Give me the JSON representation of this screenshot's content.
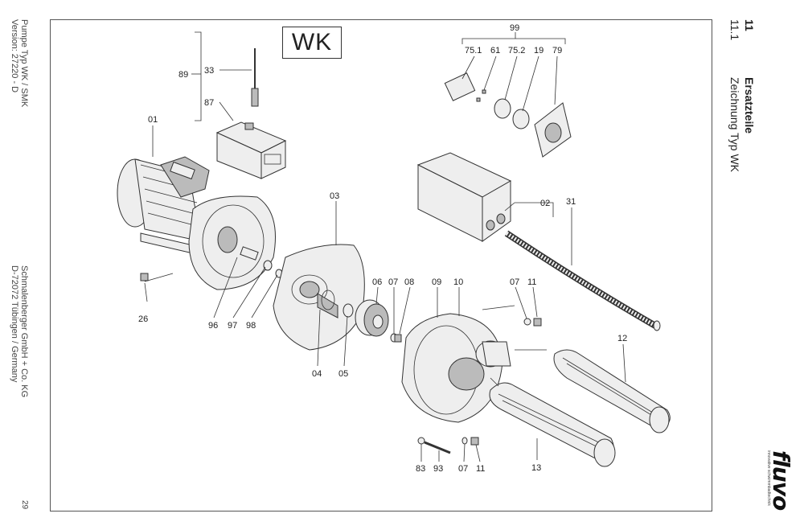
{
  "side_left": {
    "pump_type": "Pumpe Typ WK / SMK",
    "version": "Version: 27220 - D",
    "company": "Schmalenberger GmbH + Co. KG",
    "address": "D-72072 Tübingen / Germany",
    "page_number": "29"
  },
  "side_right": {
    "section_number": "11",
    "section_title": "Ersatzteile",
    "subsection_number": "11.1",
    "subsection_title": "Zeichnung Typ WK"
  },
  "logo": {
    "name": "fluvo",
    "tagline": "innovative schwimmbadtechnik"
  },
  "drawing": {
    "model_label": "WK",
    "parts": [
      "01",
      "02",
      "03",
      "04",
      "05",
      "06",
      "07",
      "08",
      "09",
      "10",
      "07",
      "11",
      "12",
      "13",
      "26",
      "31",
      "33",
      "61",
      "75.1",
      "75.2",
      "19",
      "79",
      "83",
      "87",
      "89",
      "93",
      "96",
      "97",
      "98",
      "99",
      "07",
      "11"
    ]
  },
  "colors": {
    "line": "#333333",
    "frame": "#555555"
  }
}
